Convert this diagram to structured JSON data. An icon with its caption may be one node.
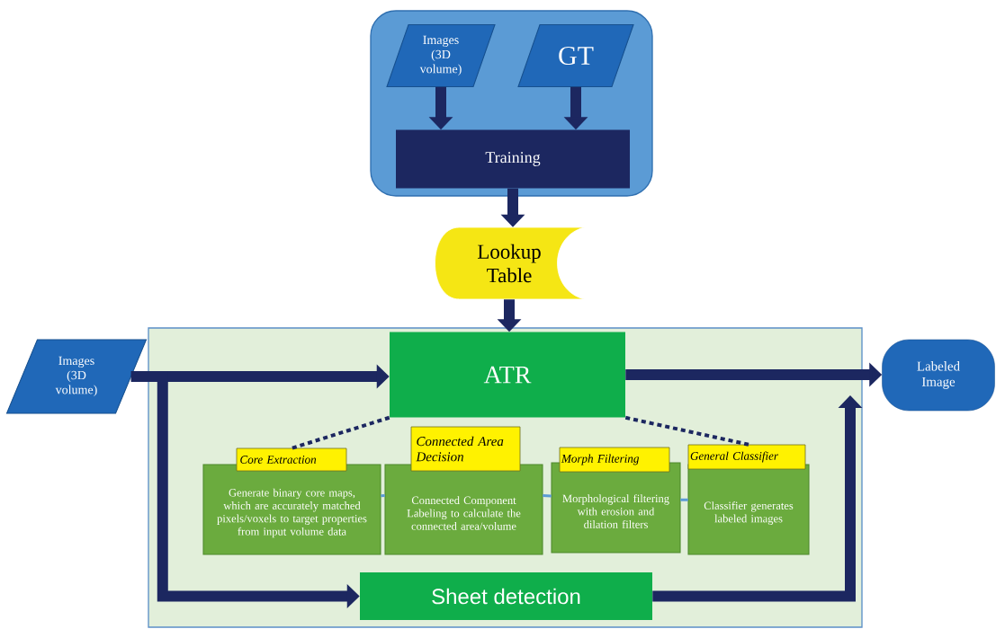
{
  "diagram": {
    "nodes": [
      {
        "text": [],
        "shape": "box"
      },
      {
        "text": [
          "Images (3D volume)"
        ],
        "in": 0
      },
      {
        "text": [
          "GT"
        ],
        "in": 0
      },
      {
        "text": [
          "Training"
        ],
        "in": 0
      },
      {
        "text": [
          "Lookup Table"
        ]
      },
      {
        "text": [
          "Images (3D volume)"
        ]
      },
      {
        "text": [],
        "shape": "box"
      },
      {
        "text": [
          "ATR"
        ],
        "in": 6
      },
      {
        "text": [
          "Core Extraction",
          "Generate binary core maps, which are accurately matched pixels/voxels to target properties from input volume data"
        ],
        "in": 6
      },
      {
        "text": [
          "Connected Area Decision",
          "Connected Component Labeling to calculate the connected area/volume"
        ],
        "in": 6
      },
      {
        "text": [
          "Morph Filtering",
          "Morphological filtering with erosion and dilation filters"
        ],
        "in": 6
      },
      {
        "text": [
          "General Classifier",
          "Classifier generates labeled images"
        ],
        "in": 6
      },
      {
        "text": [
          "Sheet detection"
        ],
        "in": 6
      },
      {
        "text": [
          "Labeled Image"
        ]
      }
    ],
    "edges": [
      {
        "from": 1,
        "to": 3,
        "arrow": "to"
      },
      {
        "from": 2,
        "to": 3,
        "arrow": "to"
      },
      {
        "from": 3,
        "to": 4,
        "arrow": "to"
      },
      {
        "from": 4,
        "to": 7,
        "arrow": "to"
      },
      {
        "from": 5,
        "to": 7,
        "arrow": "to"
      },
      {
        "from": 5,
        "to": 12,
        "arrow": "to"
      },
      {
        "from": 7,
        "to": 13,
        "arrow": "to"
      },
      {
        "from": 12,
        "to": 13,
        "arrow": "to"
      },
      {
        "from": 7,
        "to": 8,
        "arrow": "none",
        "style": "dashed"
      },
      {
        "from": 7,
        "to": 11,
        "arrow": "none",
        "style": "dashed"
      },
      {
        "from": 8,
        "to": 9,
        "arrow": "none",
        "color": "#5b9bd5"
      },
      {
        "from": 9,
        "to": 10,
        "arrow": "none",
        "color": "#5b9bd5"
      },
      {
        "from": 10,
        "to": 11,
        "arrow": "none",
        "color": "#5b9bd5"
      }
    ]
  }
}
